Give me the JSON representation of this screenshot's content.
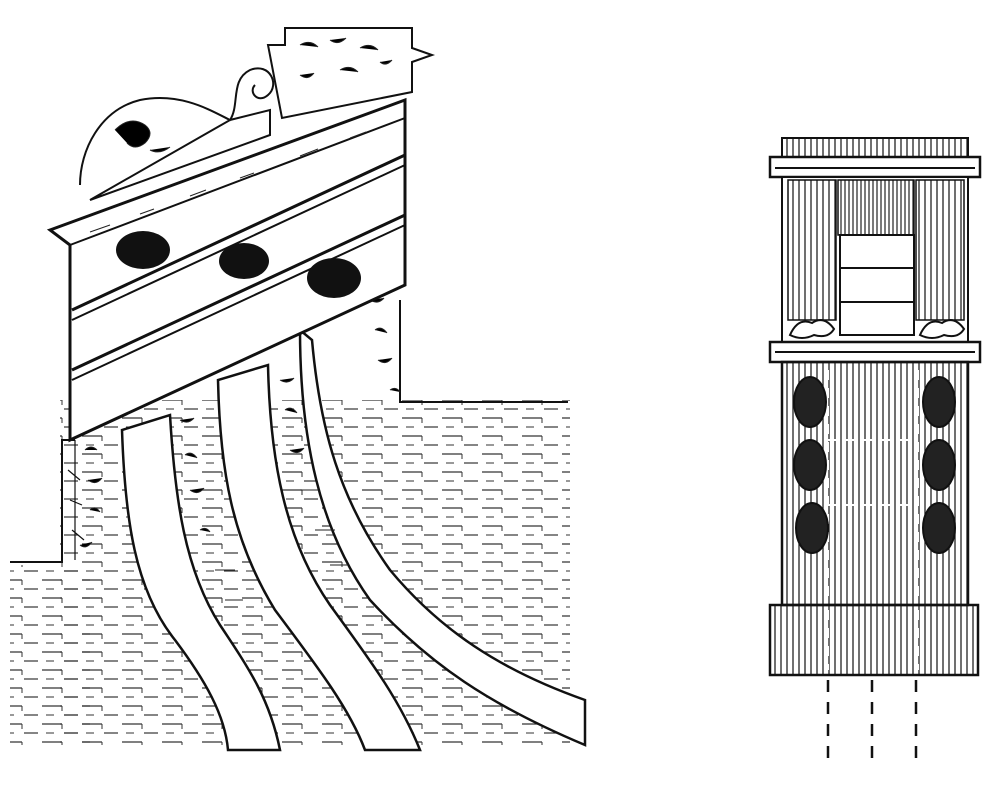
{
  "figure": {
    "panels": [
      {
        "id": "perspective-view",
        "subject": "chimney-stack-with-three-flues"
      },
      {
        "id": "elevation-view",
        "subject": "chimney-top-front-elevation"
      }
    ],
    "flue_count": 3,
    "colors": {
      "ink": "#111111",
      "paper": "#ffffff"
    }
  }
}
